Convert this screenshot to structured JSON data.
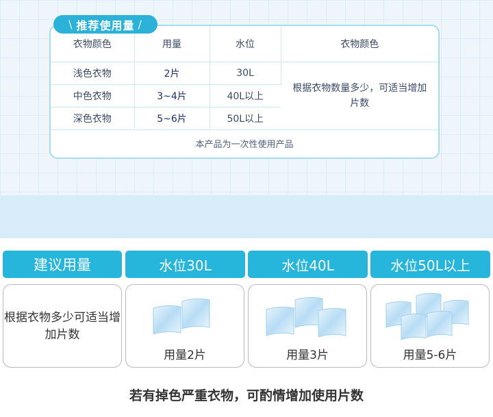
{
  "recommend_tag": "推荐使用量",
  "table": {
    "headers": [
      "衣物颜色",
      "用量",
      "水位",
      "衣物颜色"
    ],
    "rows": [
      {
        "color": "浅色衣物",
        "dose": "2片",
        "water": "30L"
      },
      {
        "color": "中色衣物",
        "dose": "3~4片",
        "water": "40L以上"
      },
      {
        "color": "深色衣物",
        "dose": "5~6片",
        "water": "50L以上"
      }
    ],
    "note": "根据衣物数量多少，可适当增加片数",
    "footer": "本产品为一次性使用产品"
  },
  "usage": {
    "headers": [
      "建议用量",
      "水位30L",
      "水位40L",
      "水位50L以上"
    ],
    "first_note": "根据衣物多少可适当增加片数",
    "labels": [
      "用量2片",
      "用量3片",
      "用量5-6片"
    ]
  },
  "bottom_note": "若有掉色严重衣物，可酌情增加使用片数",
  "colors": {
    "accent": "#26b5db",
    "border": "#a6dcf0",
    "band": "#d9ecfa"
  }
}
